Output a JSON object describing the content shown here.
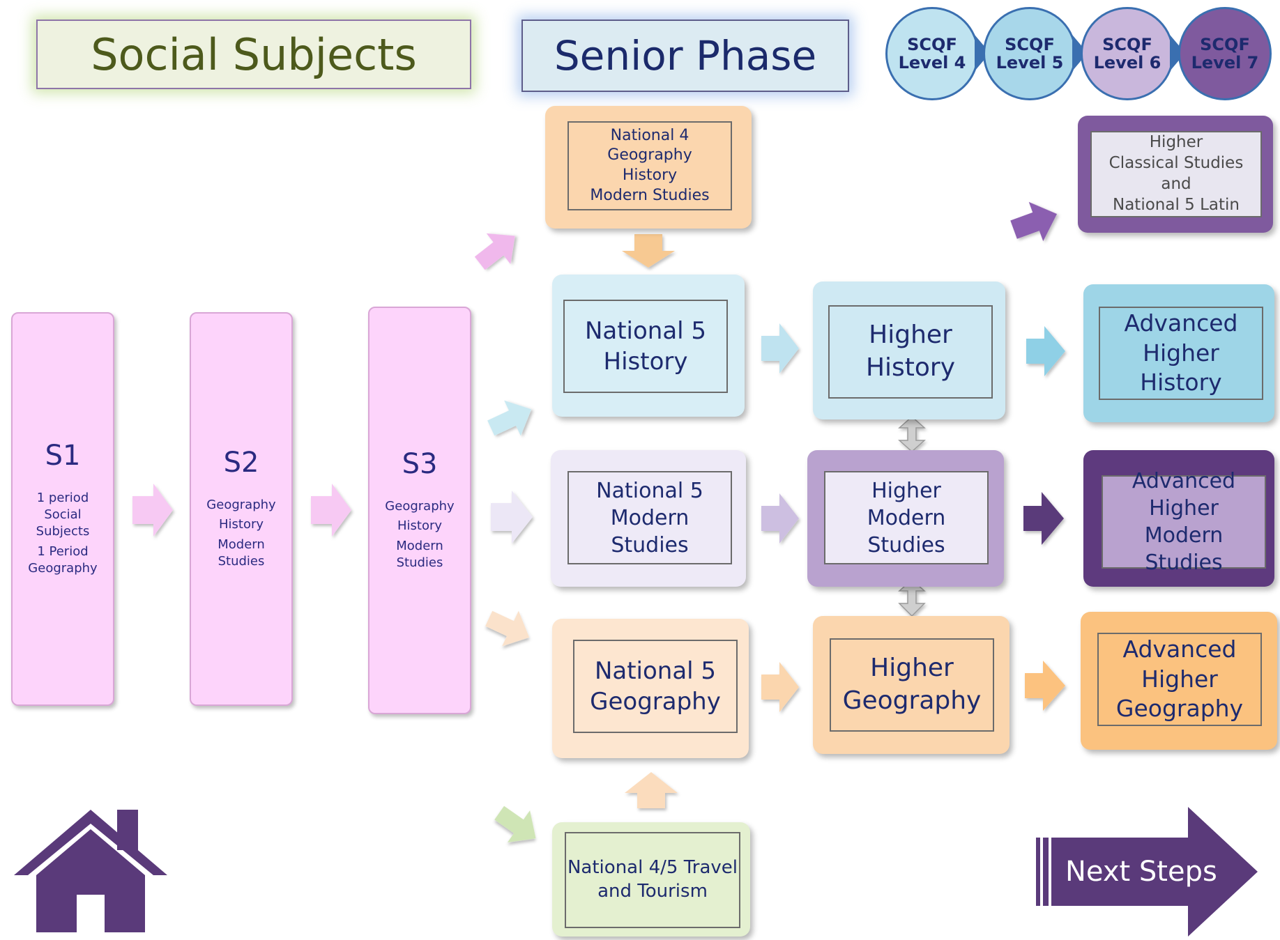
{
  "header": {
    "title": "Social Subjects",
    "phase": "Senior Phase"
  },
  "scqf_levels": [
    {
      "label_top": "SCQF",
      "label_bottom": "Level 4",
      "color": "#bfe3f0"
    },
    {
      "label_top": "SCQF",
      "label_bottom": "Level 5",
      "color": "#a8d7ea"
    },
    {
      "label_top": "SCQF",
      "label_bottom": "Level 6",
      "color": "#c9b7dc"
    },
    {
      "label_top": "SCQF",
      "label_bottom": "Level 7",
      "color": "#7f5a9e"
    }
  ],
  "years": [
    {
      "title": "S1",
      "lines": [
        "1 period Social Subjects",
        "1 Period Geography"
      ]
    },
    {
      "title": "S2",
      "lines": [
        "Geography",
        "History",
        "Modern Studies"
      ]
    },
    {
      "title": "S3",
      "lines": [
        "Geography",
        "History",
        "Modern Studies"
      ]
    }
  ],
  "courses": {
    "nat4": [
      "National 4",
      "Geography",
      "History",
      "Modern Studies"
    ],
    "nat5_history": [
      "National 5",
      "History"
    ],
    "nat5_modern": [
      "National 5",
      "Modern Studies"
    ],
    "nat5_geography": [
      "National 5",
      "Geography"
    ],
    "travel": [
      "National 4/5 Travel",
      "and Tourism"
    ],
    "higher_history": [
      "Higher",
      "History"
    ],
    "higher_modern": [
      "Higher",
      "Modern Studies"
    ],
    "higher_geography": [
      "Higher",
      "Geography"
    ],
    "higher_classical": [
      "Higher",
      "Classical Studies and",
      "National 5 Latin"
    ],
    "adv_history": [
      "Advanced",
      "Higher History"
    ],
    "adv_modern": [
      "Advanced",
      "Higher",
      "Modern Studies"
    ],
    "adv_geography": [
      "Advanced",
      "Higher",
      "Geography"
    ]
  },
  "nav": {
    "next_label": "Next Steps",
    "home_icon": "home-icon"
  },
  "colors": {
    "pink": "#fdd4fb",
    "blue": "#d8eef6",
    "lavender": "#eeeaf7",
    "peach": "#fde6d0",
    "orange": "#fbcf9c",
    "green": "#e4f0d0",
    "purple_mid": "#b9a2cf",
    "purple_dark": "#5e3a7e",
    "brand_purple": "#5a3a7a",
    "text_navy": "#1d2a6e"
  }
}
